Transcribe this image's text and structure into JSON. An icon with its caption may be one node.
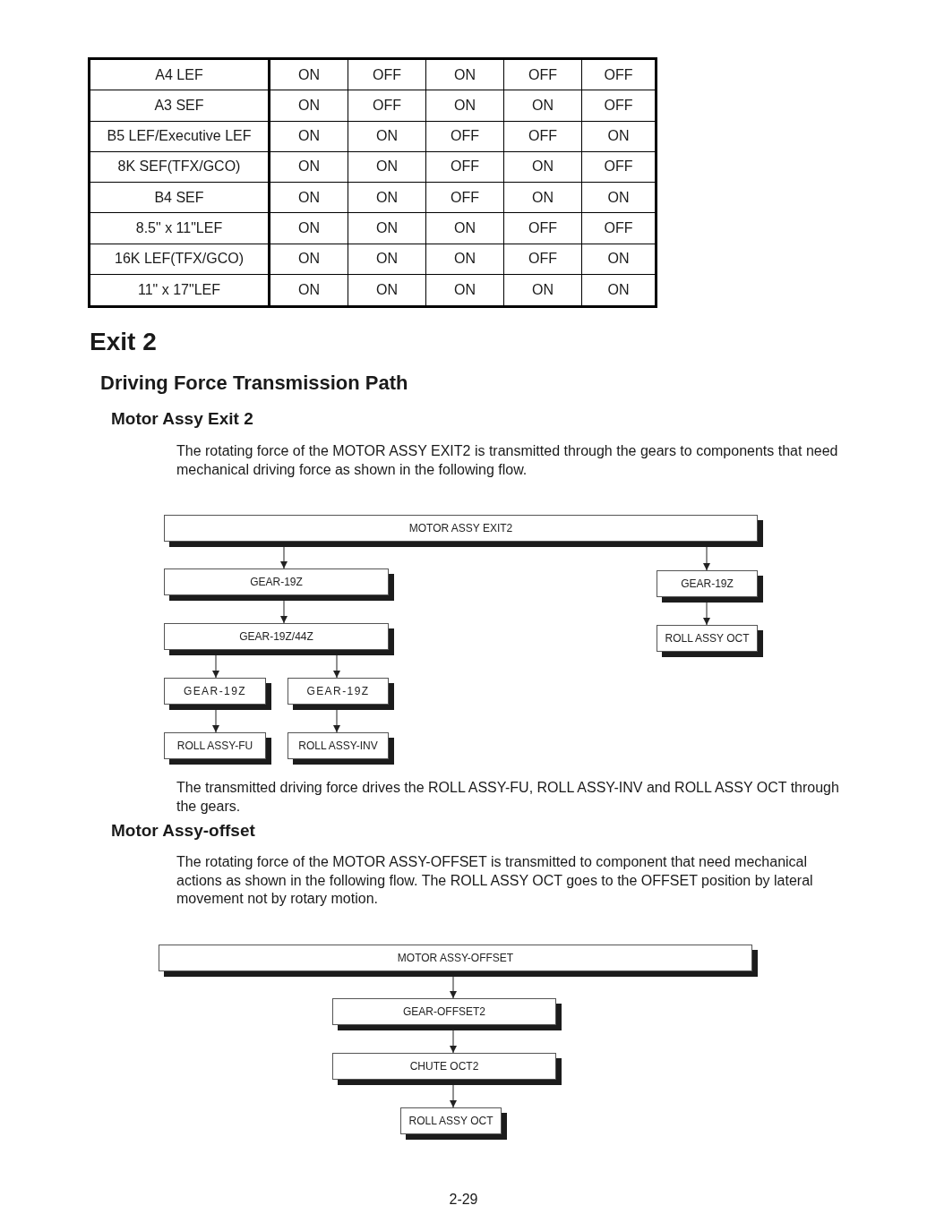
{
  "diagram": {
    "title": "Exit 2",
    "nodes": [
      {
        "text": [
          "MOTOR ASSY EXIT2"
        ]
      },
      {
        "text": [
          "GEAR-19Z"
        ]
      },
      {
        "text": [
          "GEAR-19Z"
        ]
      },
      {
        "text": [
          "GEAR-19Z/44Z"
        ]
      },
      {
        "text": [
          "ROLL ASSY OCT"
        ]
      },
      {
        "text": [
          "GEAR-19Z"
        ]
      },
      {
        "text": [
          "GEAR-19Z"
        ]
      },
      {
        "text": [
          "ROLL ASSY-FU"
        ]
      },
      {
        "text": [
          "ROLL ASSY-INV"
        ]
      },
      {
        "text": [
          "MOTOR ASSY-OFFSET"
        ]
      },
      {
        "text": [
          "GEAR-OFFSET2"
        ]
      },
      {
        "text": [
          "CHUTE OCT2"
        ]
      },
      {
        "text": [
          "ROLL ASSY OCT"
        ]
      }
    ],
    "edges": [
      {
        "from": 0,
        "to": 1,
        "arrow": "to"
      },
      {
        "from": 0,
        "to": 2,
        "arrow": "to"
      },
      {
        "from": 1,
        "to": 3,
        "arrow": "to"
      },
      {
        "from": 2,
        "to": 4,
        "arrow": "to"
      },
      {
        "from": 3,
        "to": 5,
        "arrow": "to"
      },
      {
        "from": 3,
        "to": 6,
        "arrow": "to"
      },
      {
        "from": 5,
        "to": 7,
        "arrow": "to"
      },
      {
        "from": 6,
        "to": 8,
        "arrow": "to"
      },
      {
        "from": 9,
        "to": 10,
        "arrow": "to"
      },
      {
        "from": 10,
        "to": 11,
        "arrow": "to"
      },
      {
        "from": 11,
        "to": 12,
        "arrow": "to"
      }
    ],
    "labels": [
      "A4 LEF",
      "ON",
      "OFF",
      "ON",
      "OFF",
      "OFF",
      "A3 SEF",
      "ON",
      "OFF",
      "ON",
      "ON",
      "OFF",
      "B5 LEF/Executive LEF",
      "ON",
      "ON",
      "OFF",
      "OFF",
      "ON",
      "8K SEF(TFX/GCO)",
      "ON",
      "ON",
      "OFF",
      "ON",
      "OFF",
      "B4 SEF",
      "ON",
      "ON",
      "OFF",
      "ON",
      "ON",
      "8.5\" x 11\"LEF",
      "ON",
      "ON",
      "ON",
      "OFF",
      "OFF",
      "16K LEF(TFX/GCO)",
      "ON",
      "ON",
      "ON",
      "OFF",
      "ON",
      "11\" x 17\"LEF",
      "ON",
      "ON",
      "ON",
      "ON",
      "ON",
      "Driving Force Transmission Path",
      "Motor Assy Exit 2",
      "The rotating force of the MOTOR ASSY EXIT2 is transmitted through the gears to components that need mechanical driving force as shown in the following flow.",
      "The transmitted driving force drives the ROLL ASSY-FU, ROLL ASSY-INV and ROLL ASSY OCT through the gears.",
      "Motor Assy-offset",
      "The rotating force of the MOTOR ASSY-OFFSET is transmitted to component that need mechanical actions as shown in the following flow. The ROLL ASSY OCT goes to the OFFSET position by lateral movement not by rotary motion.",
      "2-29"
    ]
  }
}
